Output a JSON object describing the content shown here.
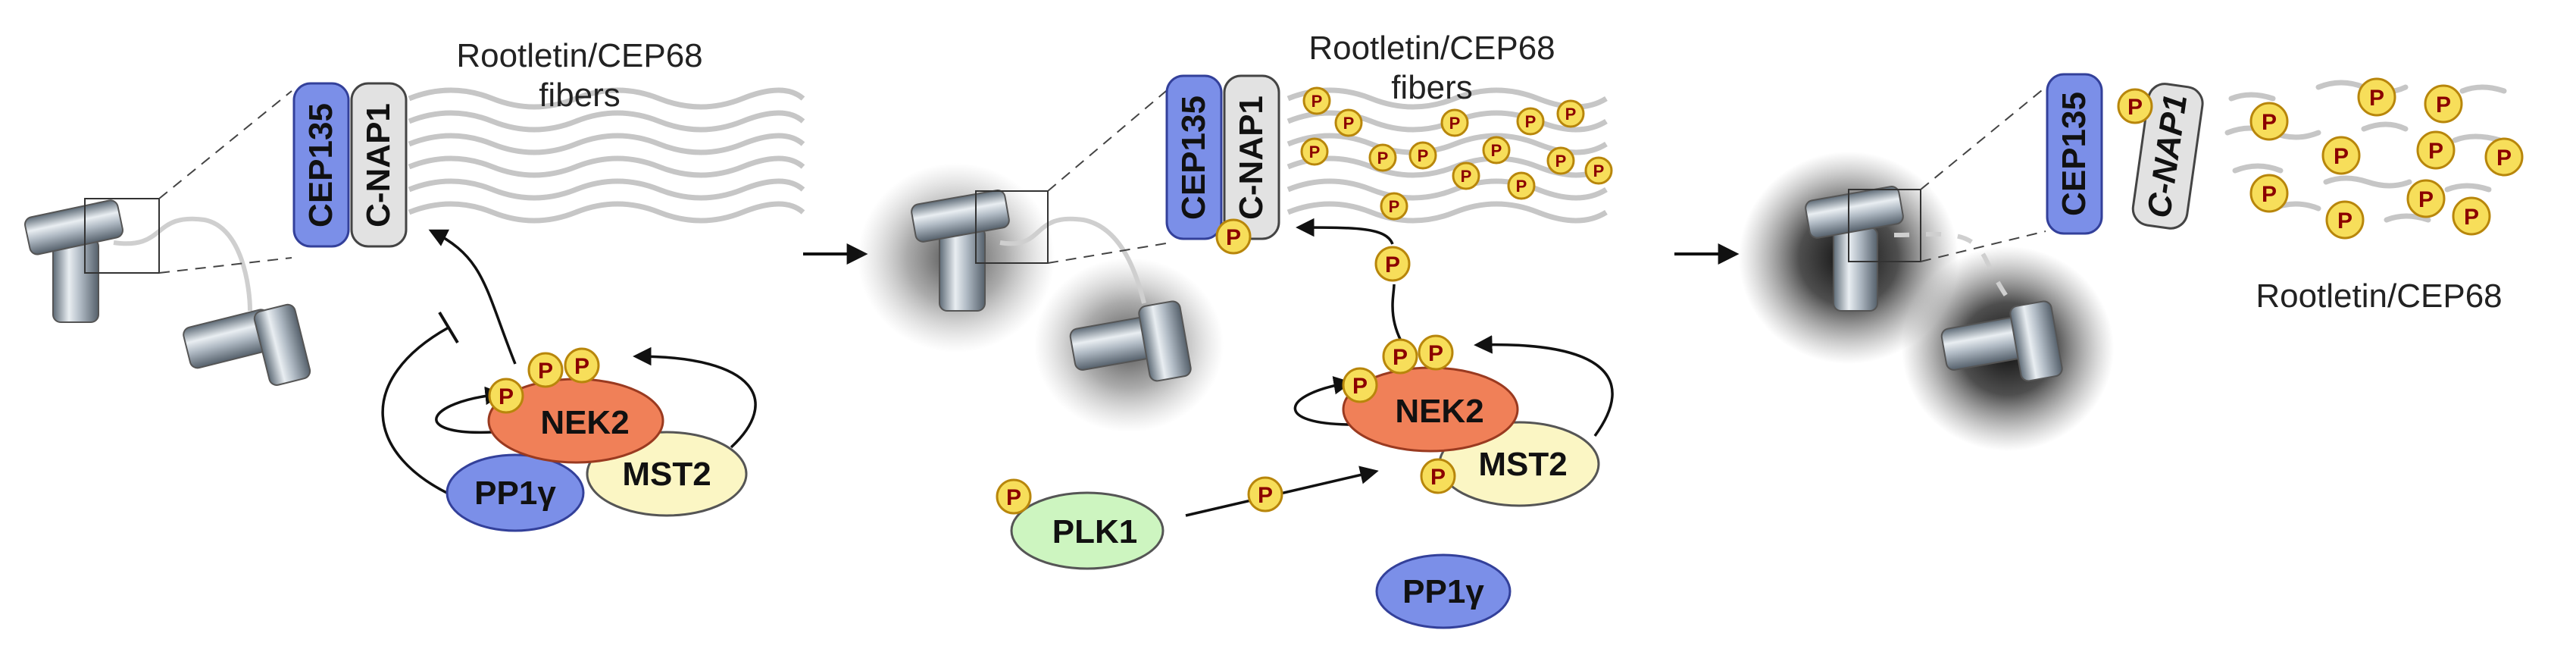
{
  "labels": {
    "fibers_line1": "Rootletin/CEP68",
    "fibers_line2": "fibers",
    "cep135": "CEP135",
    "cnap1": "C-NAP1",
    "nek2": "NEK2",
    "mst2": "MST2",
    "pp1": "PP1γ",
    "plk1": "PLK1",
    "phospho": "P",
    "rootletin_bottom": "Rootletin/CEP68"
  },
  "colors": {
    "cep135": "#7b8fe8",
    "cnap1": "#e2e2e2",
    "nek2": "#f08058",
    "mst2": "#fbf6c4",
    "pp1": "#7b8fe8",
    "plk1": "#cdf5c0",
    "phospho_fill": "#f7de5a",
    "phospho_stroke": "#b8860b",
    "fiber": "#c6c6c6",
    "centriole": "#8f9ba7",
    "arrow": "#111111"
  },
  "icons": [
    "centriole-icon",
    "phosphate-icon",
    "arrow-icon",
    "inhibition-icon"
  ]
}
